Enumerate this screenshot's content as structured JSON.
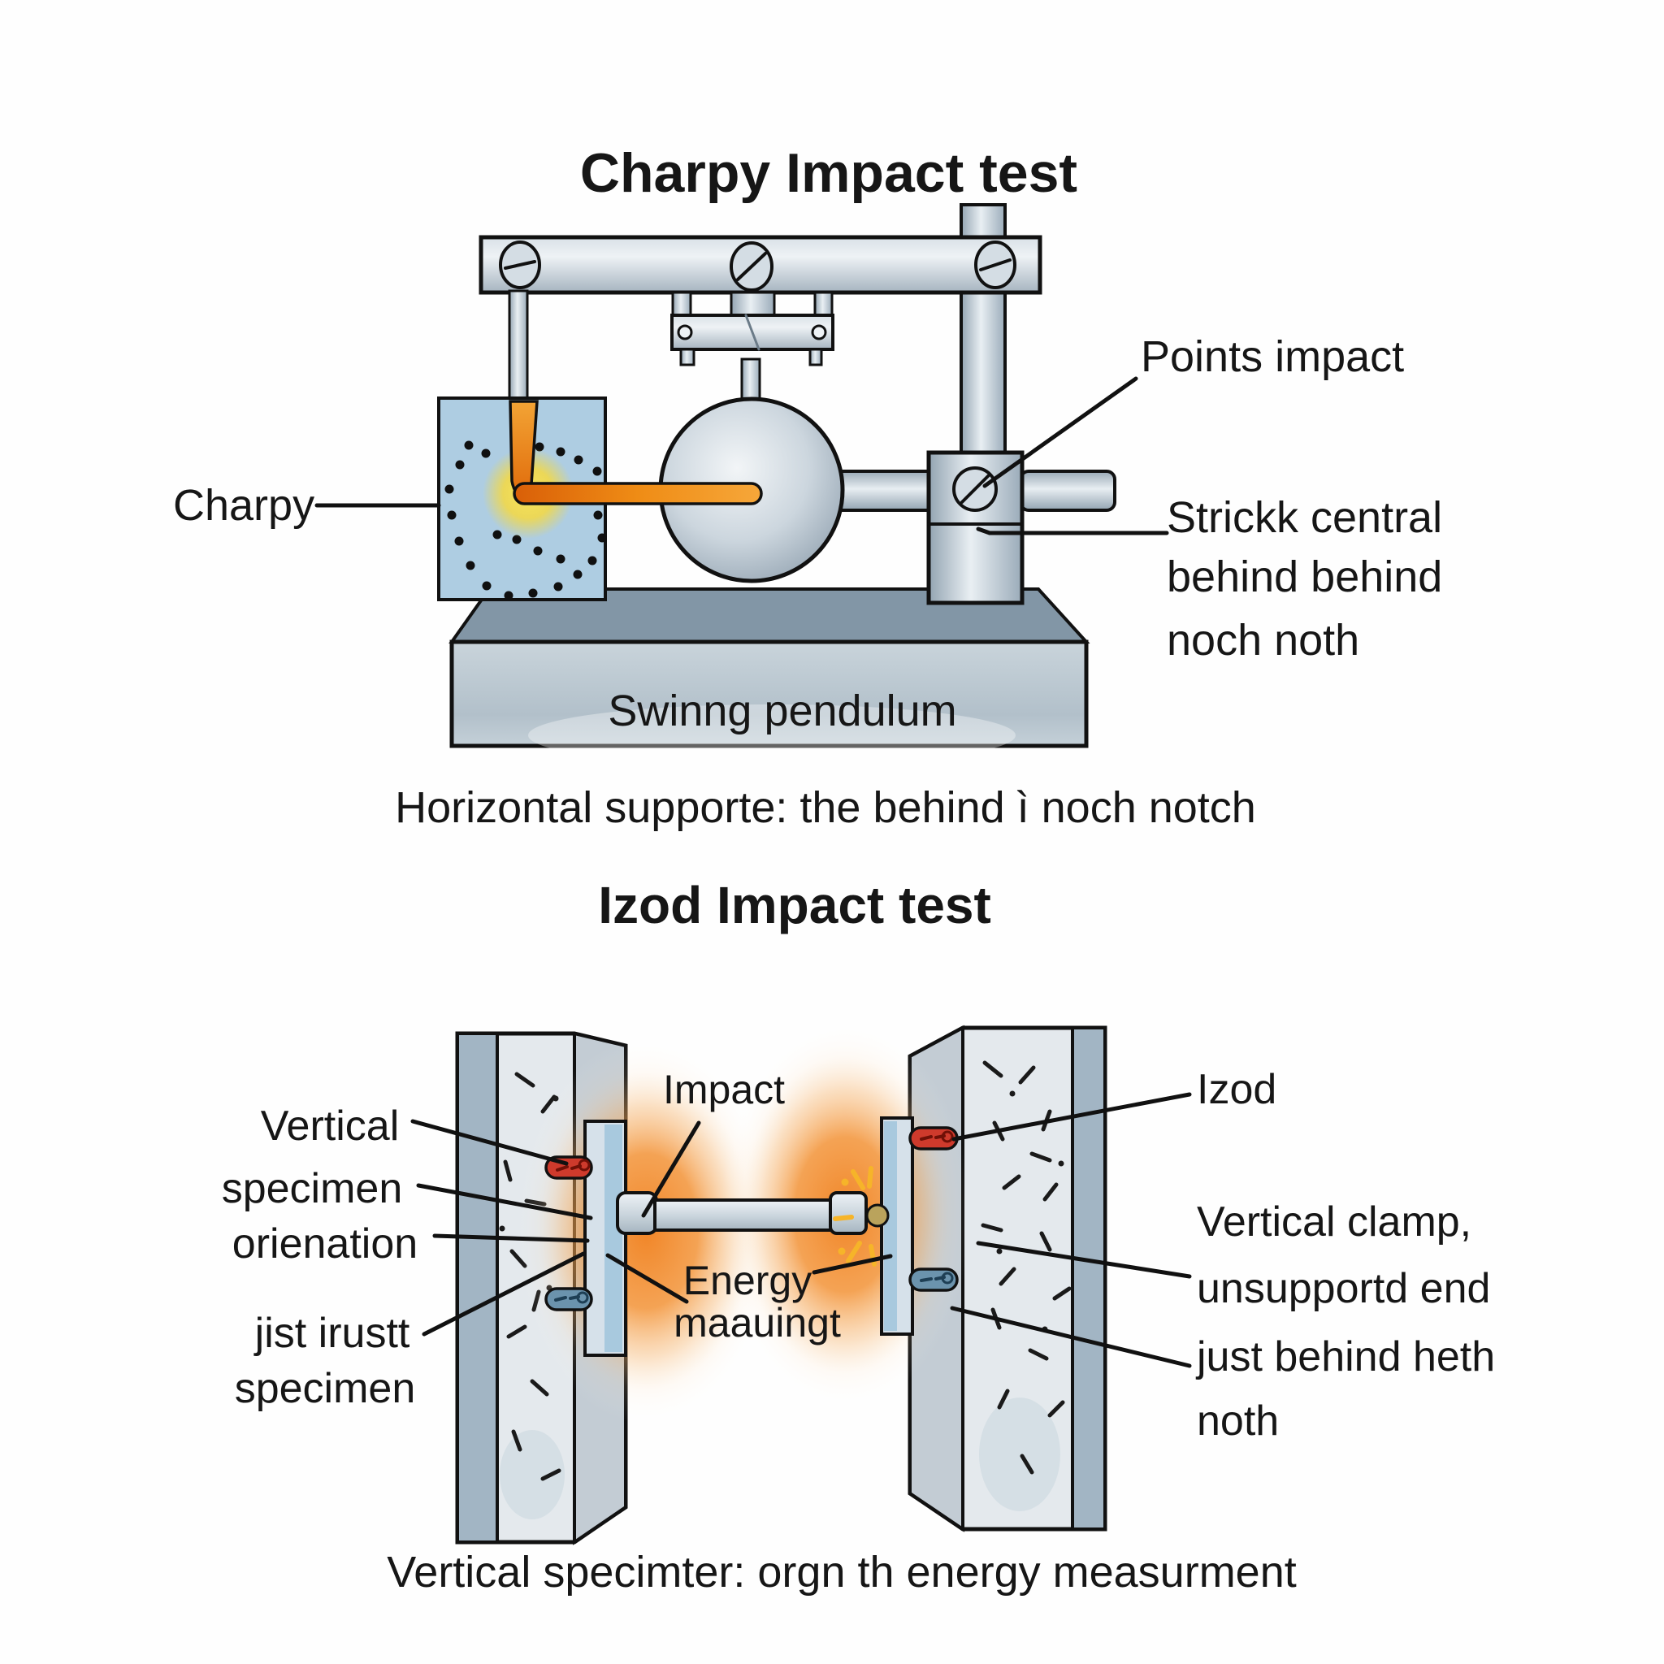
{
  "charpy": {
    "title": "Charpy Impact test",
    "labels": {
      "specimen": "Charpy",
      "points_impact": "Points impact",
      "striker_line1": "Strickk central",
      "striker_line2": "behind behind",
      "striker_line3": "noch noth",
      "base": "Swinng pendulum"
    },
    "caption": "Horizontal supporte: the behind ì noch notch"
  },
  "izod": {
    "title": "Izod Impact test",
    "labels": {
      "vertical_line1": "Vertical",
      "vertical_line2": "specimen",
      "vertical_line3": "orienation",
      "jist_line1": "jist irustt",
      "jist_line2": "specimen",
      "impact": "Impact",
      "energy_line1": "Energy",
      "energy_line2": "maauingt",
      "izod": "Izod",
      "clamp_line1": "Vertical clamp,",
      "clamp_line2": "unsupportd end",
      "clamp_line3": "just behind heth",
      "clamp_line4": "noth"
    },
    "caption": "Vertical specimter: orgn th energy measurment"
  },
  "colors": {
    "background": "#fefefe",
    "outline": "#111111",
    "metal_light": "#e9eef2",
    "metal_mid": "#c2cdd6",
    "metal_dark": "#8c9cab",
    "panel_blue": "#aecde2",
    "specimen_plate": "#d6e1ea",
    "plate_blue_edge": "#a8c9de",
    "arm_orange": "#e8710f",
    "glow_orange": "#f58a1f",
    "glow_yellow": "#f6d93f",
    "pin_red": "#ce3a2c",
    "pin_blue": "#6b93ad",
    "block_face": "#e4e9ed",
    "block_strip": "#a2b5c4"
  }
}
